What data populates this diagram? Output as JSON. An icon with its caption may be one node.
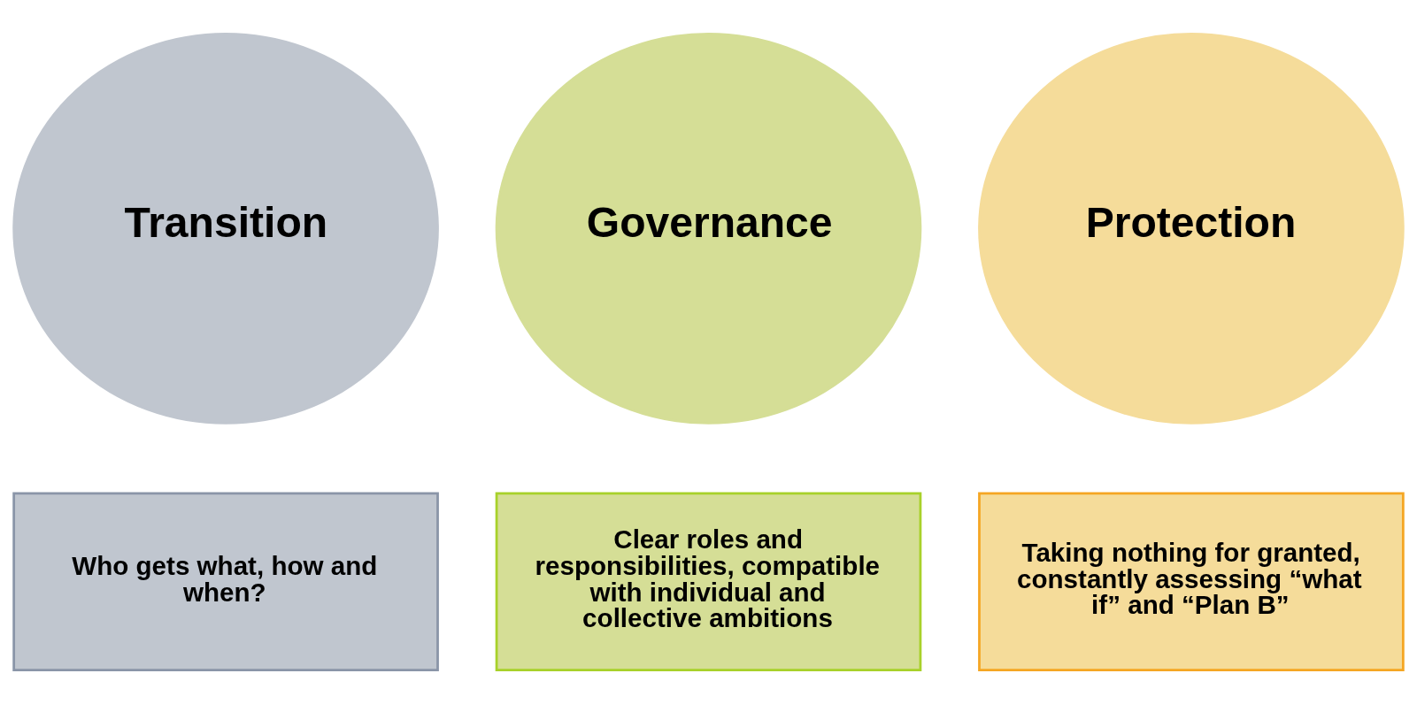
{
  "diagram": {
    "nodes": [
      {
        "text": [
          "Transition"
        ]
      },
      {
        "text": [
          "Governance"
        ]
      },
      {
        "text": [
          "Protection"
        ]
      },
      {
        "text": [
          "Who gets what, how and when?"
        ]
      },
      {
        "text": [
          "Clear roles and responsibilities, compatible with individual and collective ambitions"
        ]
      },
      {
        "text": [
          "Taking nothing for granted, constantly assessing “what if” and “Plan B”"
        ]
      }
    ],
    "edges": []
  }
}
